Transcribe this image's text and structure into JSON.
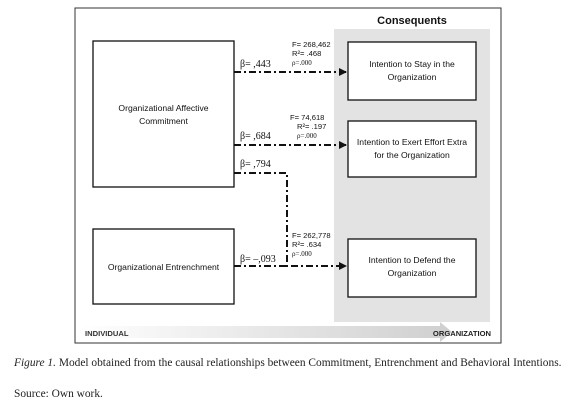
{
  "diagram": {
    "consequents_header": "Consequents",
    "predictors": [
      {
        "label_lines": [
          "Organizational Affective",
          "Commitment"
        ]
      },
      {
        "label_lines": [
          "Organizational Entrenchment"
        ]
      }
    ],
    "outcomes": [
      {
        "label_lines": [
          "Intention to Stay in the",
          "Organization"
        ]
      },
      {
        "label_lines": [
          "Intention to Exert Effort Extra",
          "for the Organization"
        ]
      },
      {
        "label_lines": [
          "Intention to Defend the",
          "Organization"
        ]
      }
    ],
    "paths": [
      {
        "beta": "β= ,443"
      },
      {
        "beta": "β= ,684"
      },
      {
        "beta": "β= ,794"
      },
      {
        "beta": "β= –,093"
      }
    ],
    "fit_stats": [
      {
        "F": "F= 268,462",
        "R2": "R²= .468",
        "p": "ρ=.000"
      },
      {
        "F": "F= 74,618",
        "R2": "R²= .197",
        "p": "ρ=.000"
      },
      {
        "F": "F= 262,778",
        "R2": "R²= .634",
        "p": "ρ=.000"
      }
    ],
    "axis_left": "INDIVIDUAL",
    "axis_right": "ORGANIZATION"
  },
  "caption": {
    "figure_label": "Figure 1.",
    "text": " Model obtained from the causal relationships between Commitment, Entrenchment and Behavioral Intentions.",
    "source": "Source: Own work."
  }
}
